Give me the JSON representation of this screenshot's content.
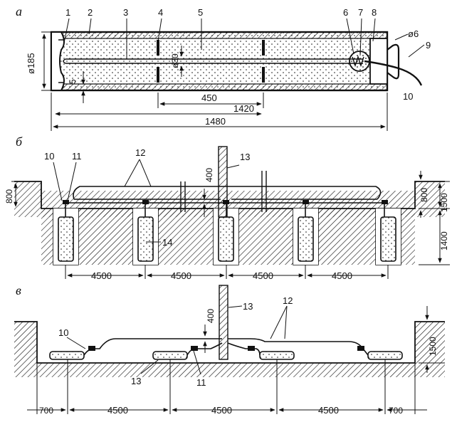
{
  "sections": {
    "a": "а",
    "b": "б",
    "v": "в"
  },
  "callouts_a": [
    "1",
    "2",
    "3",
    "4",
    "5",
    "6",
    "7",
    "8",
    "9",
    "10"
  ],
  "callouts_b": [
    "10",
    "11",
    "12",
    "13",
    "14"
  ],
  "callouts_v": [
    "10",
    "11",
    "12",
    "13",
    "13"
  ],
  "dims_a": {
    "d185": "ø185",
    "d30": "ø30",
    "d6": "ø6",
    "d5": "5",
    "l450": "450",
    "l1420": "1420",
    "l1480": "1480"
  },
  "dims_b": {
    "d400": "400",
    "d800_left": "800",
    "d800_right": "800",
    "d1500": "1500",
    "d1400": "1400",
    "spans": [
      "4500",
      "4500",
      "4500",
      "4500"
    ]
  },
  "dims_v": {
    "d400": "400",
    "d1500": "1500",
    "d700_left": "700",
    "d700_right": "700",
    "spans": [
      "4500",
      "4500",
      "4500"
    ]
  },
  "colors": {
    "ink": "#111111",
    "paper": "#ffffff"
  }
}
